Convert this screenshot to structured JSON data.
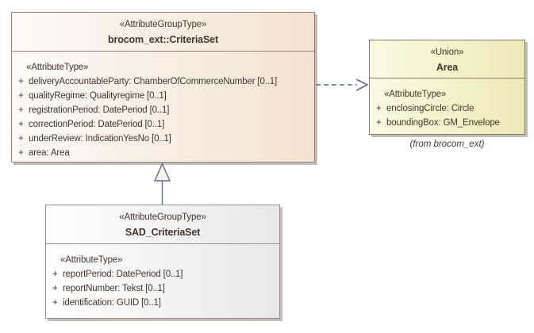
{
  "diagram": {
    "classes": {
      "criteria_set": {
        "stereotype": "«AttributeGroupType»",
        "name": "brocom_ext::CriteriaSet",
        "section": "«AttributeType»",
        "attributes": [
          {
            "vis": "+",
            "text": "deliveryAccountableParty: ChamberOfCommerceNumber [0..1]"
          },
          {
            "vis": "+",
            "text": "qualityRegime: Qualityregime [0..1]"
          },
          {
            "vis": "+",
            "text": "registrationPeriod: DatePeriod [0..1]"
          },
          {
            "vis": "+",
            "text": "correctionPeriod: DatePeriod [0..1]"
          },
          {
            "vis": "+",
            "text": "underReview: IndicationYesNo [0..1]"
          },
          {
            "vis": "+",
            "text": "area: Area"
          }
        ]
      },
      "area": {
        "stereotype": "«Union»",
        "name": "Area",
        "section": "«AttributeType»",
        "attributes": [
          {
            "vis": "+",
            "text": "enclosingCircle: Circle"
          },
          {
            "vis": "+",
            "text": "boundingBox: GM_Envelope"
          }
        ],
        "origin_note": "(from brocom_ext)"
      },
      "sad_criteria_set": {
        "stereotype": "«AttributeGroupType»",
        "name": "SAD_CriteriaSet",
        "section": "«AttributeType»",
        "attributes": [
          {
            "vis": "+",
            "text": "reportPeriod: DatePeriod [0..1]"
          },
          {
            "vis": "+",
            "text": "reportNumber: Tekst [0..1]"
          },
          {
            "vis": "+",
            "text": "identification: GUID [0..1]"
          }
        ]
      }
    },
    "relationships": [
      {
        "type": "dependency",
        "from": "brocom_ext::CriteriaSet",
        "to": "Area",
        "line": "dashed",
        "arrowhead": "open"
      },
      {
        "type": "generalization",
        "from": "SAD_CriteriaSet",
        "to": "brocom_ext::CriteriaSet",
        "line": "solid",
        "arrowhead": "hollow-triangle"
      }
    ],
    "colors": {
      "connector": "#5c6b96",
      "text": "#44342c",
      "criteria_set_fill_left": "#fdf9f5",
      "criteria_set_fill_right": "#f2e3d1",
      "criteria_set_border": "#96807a",
      "area_fill_left": "#fafae3",
      "area_fill_right": "#efe9b6",
      "area_border": "#877a68",
      "sad_fill_left": "#fefefe",
      "sad_fill_right": "#e8e8e8",
      "sad_border": "#9b8c8c",
      "shadow": "#c2beba"
    }
  }
}
